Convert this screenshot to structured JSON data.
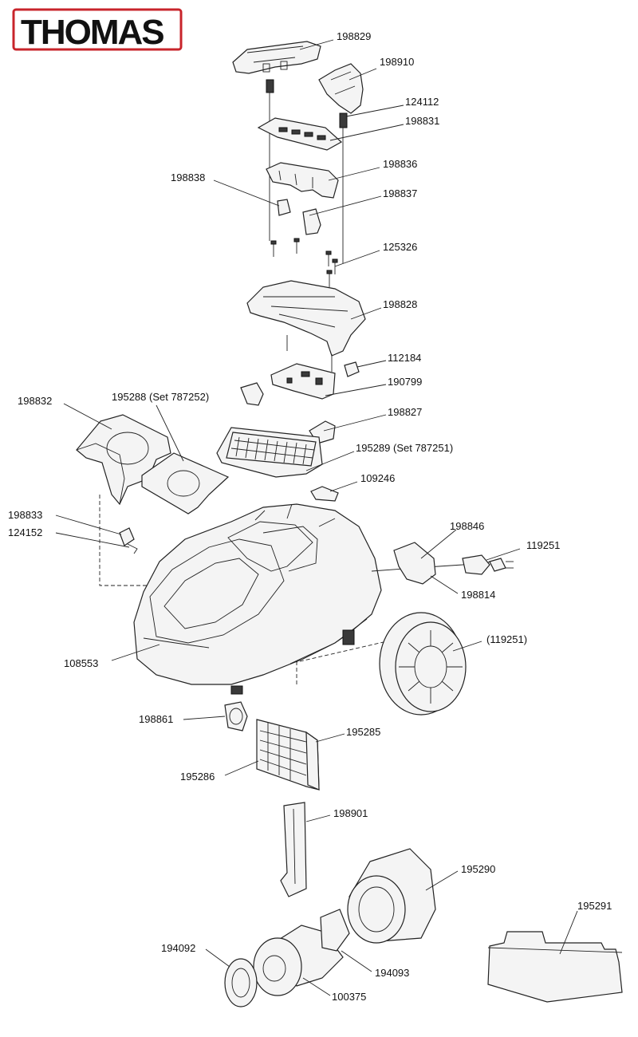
{
  "brand": {
    "logo_text": "THOMAS",
    "logo_color": "#c8242b"
  },
  "parts": [
    {
      "id": "p198829",
      "label": "198829"
    },
    {
      "id": "p198910",
      "label": "198910"
    },
    {
      "id": "p124112",
      "label": "124112"
    },
    {
      "id": "p198831",
      "label": "198831"
    },
    {
      "id": "p198836",
      "label": "198836"
    },
    {
      "id": "p198838",
      "label": "198838"
    },
    {
      "id": "p198837",
      "label": "198837"
    },
    {
      "id": "p125326",
      "label": "125326"
    },
    {
      "id": "p198828",
      "label": "198828"
    },
    {
      "id": "p112184",
      "label": "112184"
    },
    {
      "id": "p190799",
      "label": "190799"
    },
    {
      "id": "p198832",
      "label": "198832"
    },
    {
      "id": "p195288",
      "label": "195288 (Set 787252)"
    },
    {
      "id": "p198827",
      "label": "198827"
    },
    {
      "id": "p195289",
      "label": "195289 (Set 787251)"
    },
    {
      "id": "p109246",
      "label": "109246"
    },
    {
      "id": "p198833",
      "label": "198833"
    },
    {
      "id": "p124152",
      "label": "124152"
    },
    {
      "id": "p198846",
      "label": "198846"
    },
    {
      "id": "p119251",
      "label": "119251"
    },
    {
      "id": "p198814",
      "label": "198814"
    },
    {
      "id": "p119251b",
      "label": "(119251)"
    },
    {
      "id": "p108553",
      "label": "108553"
    },
    {
      "id": "p198861",
      "label": "198861"
    },
    {
      "id": "p195285",
      "label": "195285"
    },
    {
      "id": "p195286",
      "label": "195286"
    },
    {
      "id": "p198901",
      "label": "198901"
    },
    {
      "id": "p195290",
      "label": "195290"
    },
    {
      "id": "p195291",
      "label": "195291"
    },
    {
      "id": "p194092",
      "label": "194092"
    },
    {
      "id": "p194093",
      "label": "194093"
    },
    {
      "id": "p100375",
      "label": "100375"
    }
  ]
}
